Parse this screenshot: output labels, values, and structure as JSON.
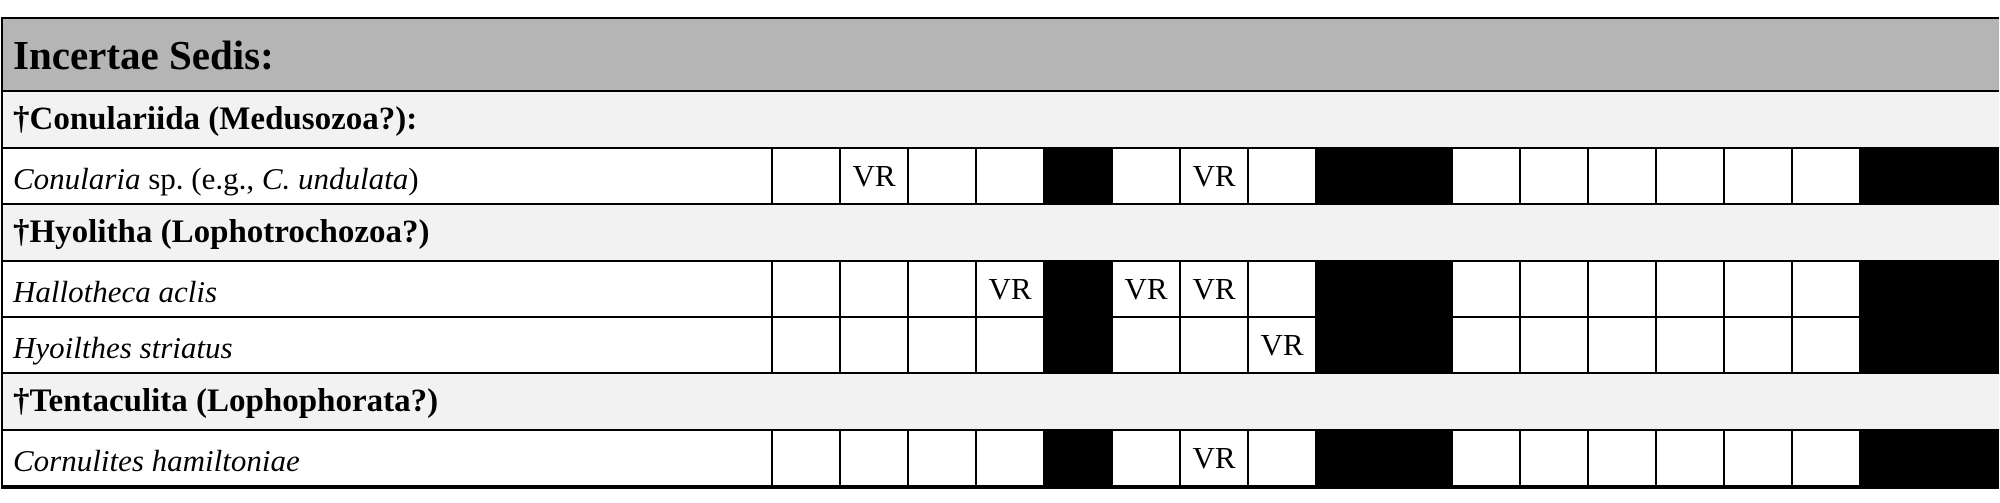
{
  "title": "Incertae Sedis:",
  "groups": [
    {
      "header": "†Conulariida (Medusozoa?):",
      "species": [
        {
          "name_parts": [
            {
              "text": "Conularia",
              "italic": true
            },
            {
              "text": " sp. (e.g., ",
              "italic": false
            },
            {
              "text": "C. undulata",
              "italic": true
            },
            {
              "text": ")",
              "italic": false
            }
          ],
          "cells": [
            "",
            "VR",
            "",
            "",
            "#",
            "",
            "VR",
            "",
            "#",
            "#",
            "",
            "",
            "",
            "",
            "",
            "",
            "#",
            "#"
          ]
        }
      ]
    },
    {
      "header": "†Hyolitha (Lophotrochozoa?)",
      "species": [
        {
          "name_parts": [
            {
              "text": "Hallotheca aclis",
              "italic": true
            }
          ],
          "cells": [
            "",
            "",
            "",
            "VR",
            "#",
            "VR",
            "VR",
            "",
            "#",
            "#",
            "",
            "",
            "",
            "",
            "",
            "",
            "#",
            "#"
          ]
        },
        {
          "name_parts": [
            {
              "text": "Hyoilthes striatus",
              "italic": true
            }
          ],
          "cells": [
            "",
            "",
            "",
            "",
            "#",
            "",
            "",
            "VR",
            "#",
            "#",
            "",
            "",
            "",
            "",
            "",
            "",
            "#",
            "#"
          ]
        }
      ]
    },
    {
      "header": "†Tentaculita (Lophophorata?)",
      "species": [
        {
          "name_parts": [
            {
              "text": "Cornulites hamiltoniae",
              "italic": true
            }
          ],
          "cells": [
            "",
            "",
            "",
            "",
            "#",
            "",
            "VR",
            "",
            "#",
            "#",
            "",
            "",
            "",
            "",
            "",
            "",
            "#",
            "#"
          ]
        }
      ]
    }
  ]
}
